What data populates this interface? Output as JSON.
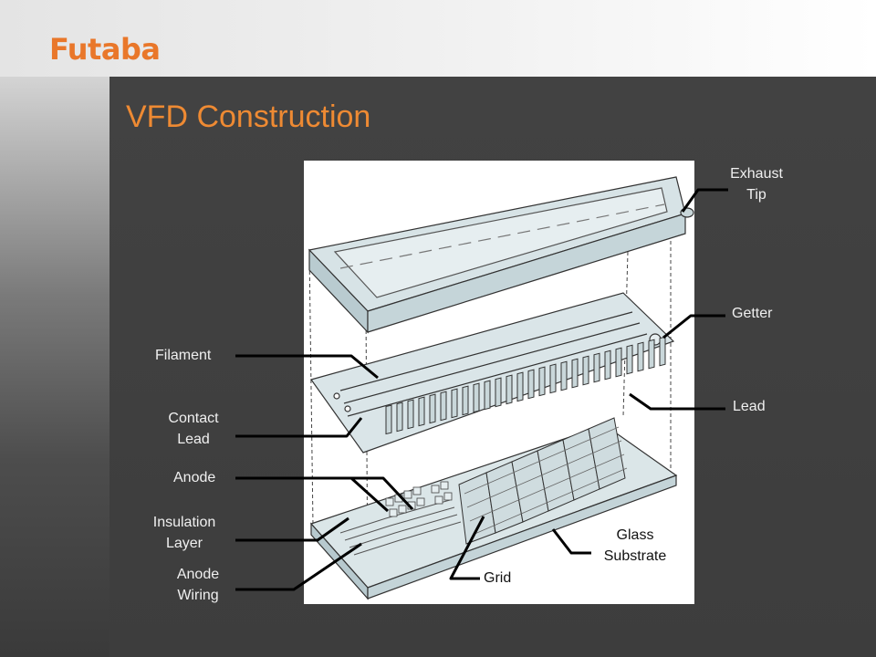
{
  "brand": {
    "logo_text": "Futaba",
    "accent": "#e9772a"
  },
  "slide": {
    "title": "VFD Construction"
  },
  "labels": {
    "exhaust_tip": {
      "line1": "Exhaust",
      "line2": "Tip"
    },
    "getter": "Getter",
    "lead": "Lead",
    "filament": "Filament",
    "contact_lead": {
      "line1": "Contact",
      "line2": "Lead"
    },
    "anode": "Anode",
    "insulation_layer": {
      "line1": "Insulation",
      "line2": "Layer"
    },
    "anode_wiring": {
      "line1": "Anode",
      "line2": "Wiring"
    },
    "glass_substrate": {
      "line1": "Glass",
      "line2": "Substrate"
    },
    "grid": "Grid"
  },
  "colors": {
    "title": "#ee8a33",
    "glass": "#dde6e8",
    "label_text": "#f0f0f0"
  }
}
